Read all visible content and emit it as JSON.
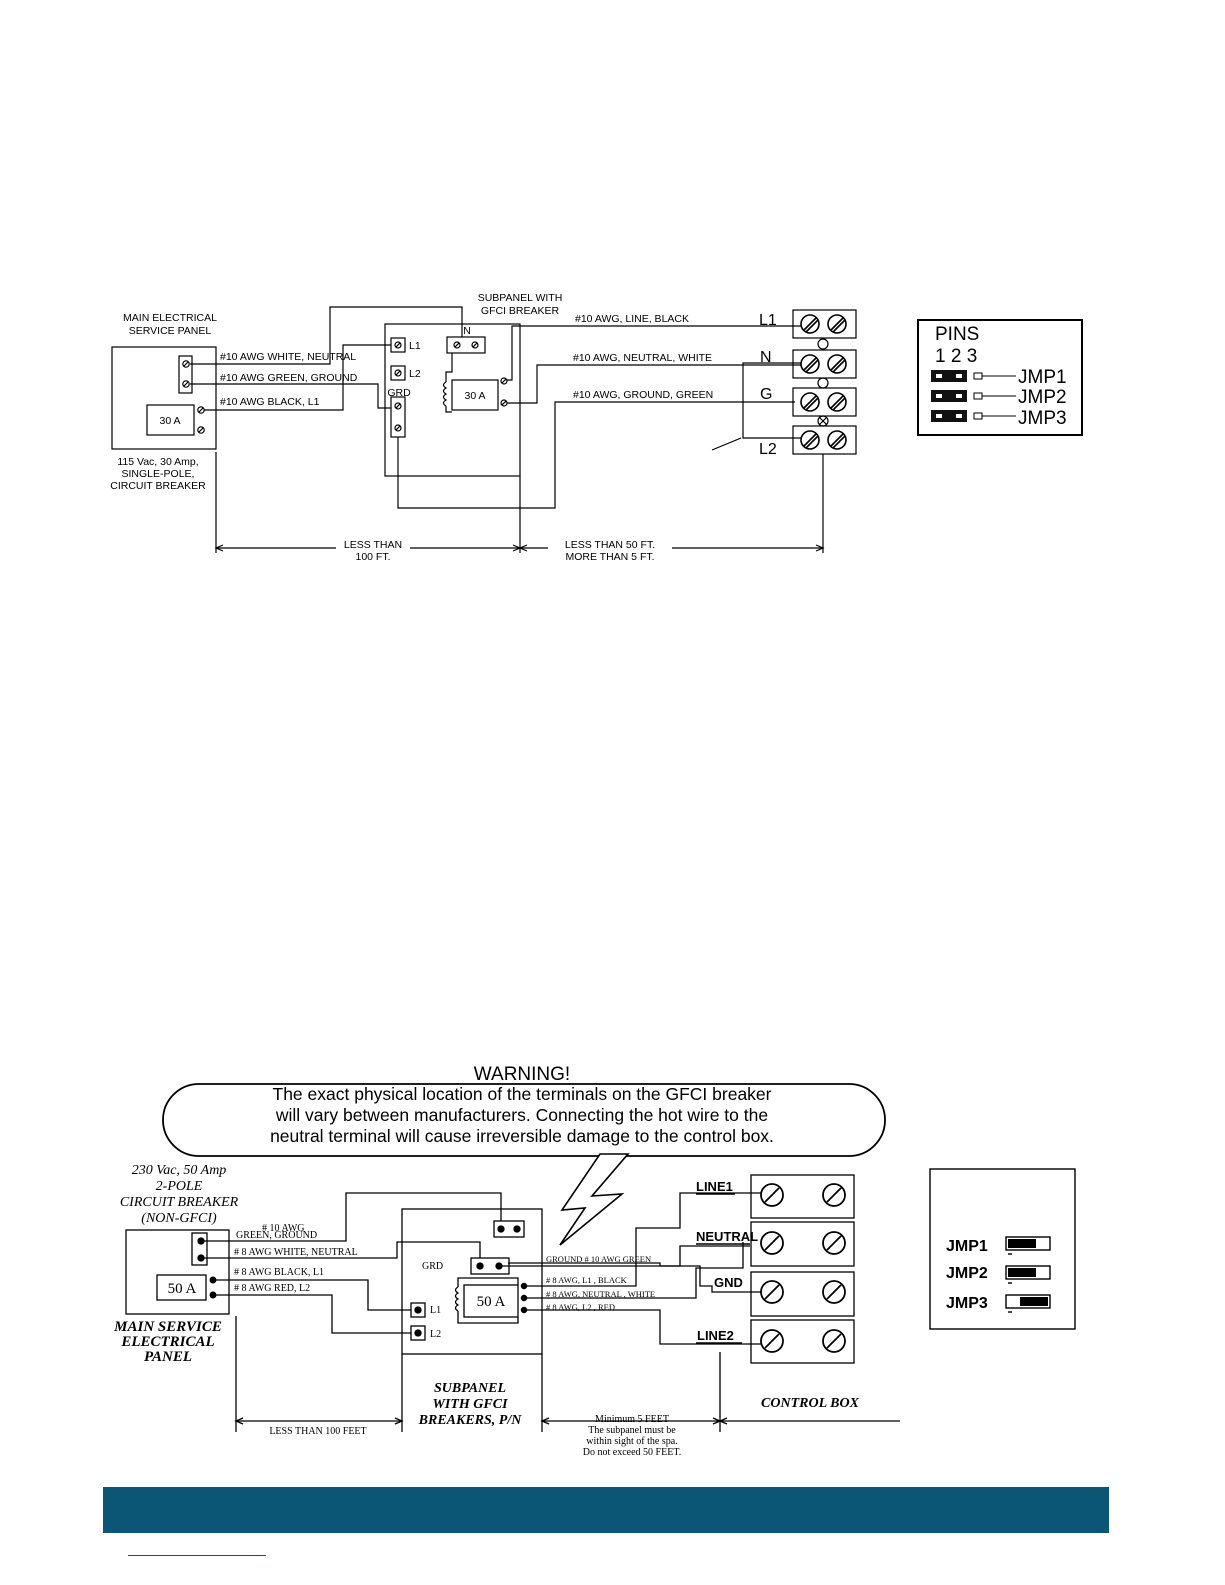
{
  "diagram1": {
    "main_panel_title": [
      "MAIN ELECTRICAL",
      "SERVICE PANEL"
    ],
    "main_breaker": "30 A",
    "main_breaker_note": [
      "115 Vac, 30 Amp,",
      "SINGLE-POLE,",
      "CIRCUIT BREAKER"
    ],
    "wire_white_neutral": "#10 AWG WHITE, NEUTRAL",
    "wire_green_ground": "#10 AWG GREEN, GROUND",
    "wire_black_l1": "#10 AWG BLACK, L1",
    "subpanel_title": [
      "SUBPANEL WITH",
      "GFCI BREAKER"
    ],
    "sub_n": "N",
    "sub_l1": "L1",
    "sub_l2": "L2",
    "sub_grd": "GRD",
    "sub_breaker": "30 A",
    "wire_line_black": "#10 AWG, LINE, BLACK",
    "wire_neutral_white": "#10 AWG, NEUTRAL, WHITE",
    "wire_ground_green": "#10 AWG, GROUND, GREEN",
    "terminal_l1": "L1",
    "terminal_n": "N",
    "terminal_g": "G",
    "terminal_l2": "L2",
    "dim_left": [
      "LESS THAN",
      "100 FT."
    ],
    "dim_right": [
      "LESS THAN 50 FT.",
      "MORE THAN 5 FT."
    ]
  },
  "pins_box": {
    "title": "PINS",
    "numbers": "1 2 3",
    "jumpers": [
      "JMP1",
      "JMP2",
      "JMP3"
    ]
  },
  "diagram2": {
    "warning_title": "WARNING!",
    "warning_lines": [
      "The exact physical location of the terminals on the GFCI breaker",
      "will vary between manufacturers.  Connecting the hot wire to the",
      "neutral terminal will cause irreversible damage to the control box."
    ],
    "breaker_note": [
      "230 Vac, 50 Amp",
      "2-POLE",
      "CIRCUIT BREAKER",
      "(NON-GFCI)"
    ],
    "main_breaker": "50 A",
    "main_panel_label": [
      "MAIN SERVICE",
      "ELECTRICAL",
      "PANEL"
    ],
    "wire_10awg": [
      "# 10 AWG",
      "GREEN, GROUND"
    ],
    "wire_white_neutral": "# 8 AWG  WHITE, NEUTRAL",
    "wire_black_l1": "# 8 AWG BLACK, L1",
    "wire_red_l2": "# 8 AWG RED, L2",
    "sub_grd": "GRD",
    "sub_l1": "L1",
    "sub_l2": "L2",
    "sub_breaker": "50 A",
    "out_ground": "GROUND  # 10 AWG GREEN",
    "out_l1": "# 8 AWG, L1 , BLACK",
    "out_neutral": "# 8 AWG, NEUTRAL , WHITE",
    "out_l2": "# 8 AWG, L2 , RED",
    "terminal_line1": "LINE1",
    "terminal_neutral": "NEUTRAL",
    "terminal_gnd": "GND",
    "terminal_line2": "LINE2",
    "subpanel_label": [
      "SUBPANEL",
      "WITH GFCI",
      "BREAKERS, P/N"
    ],
    "control_box": "CONTROL BOX",
    "dim_left": "LESS THAN 100 FEET",
    "dim_right": [
      "Minimum 5 FEET",
      "The subpanel must be",
      "within sight of the spa.",
      "Do not exceed 50 FEET."
    ]
  },
  "jmp_box2": {
    "jumpers": [
      "JMP1",
      "JMP2",
      "JMP3"
    ]
  }
}
